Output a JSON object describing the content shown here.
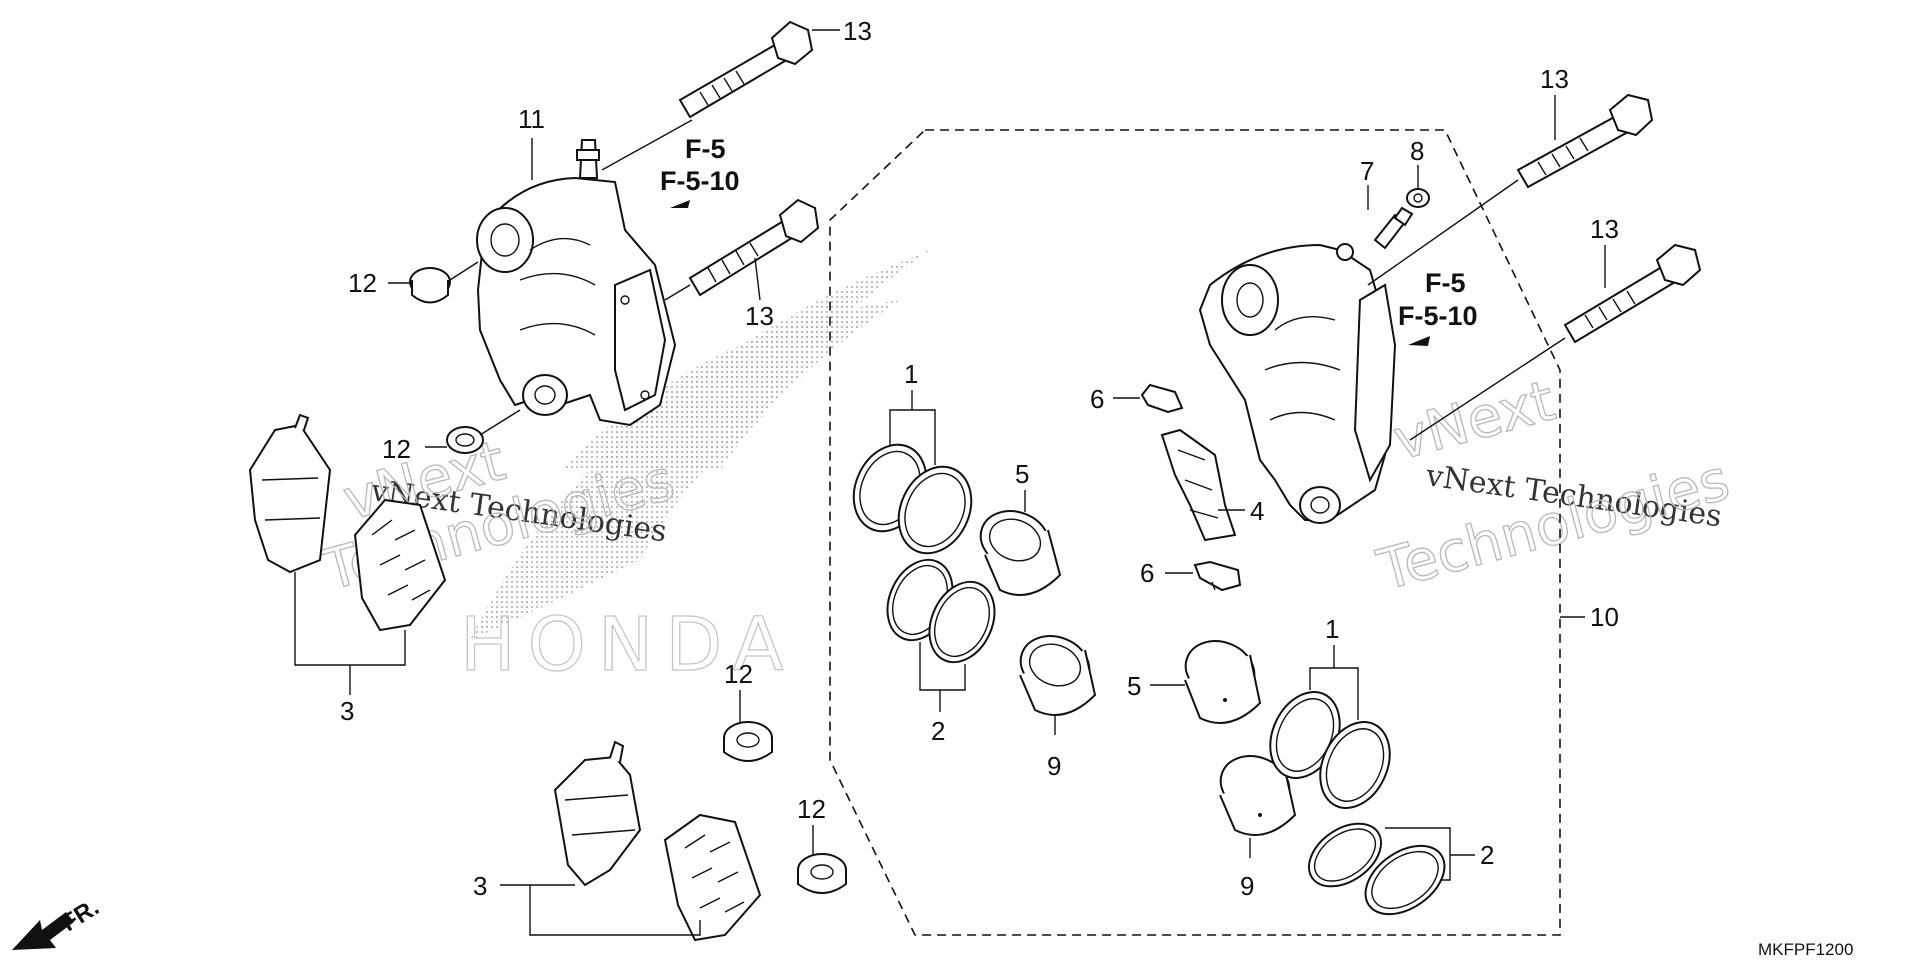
{
  "diagram_code": "MKFPF1200",
  "front_label": "FR.",
  "watermark": {
    "brand": "HONDA",
    "line1": "vNext Technologies",
    "line2_a": "vNext",
    "line2_b": "Technologies"
  },
  "refs": {
    "left_a": "F-5",
    "left_b": "F-5-10",
    "right_a": "F-5",
    "right_b": "F-5-10"
  },
  "callouts": {
    "c13_a": "13",
    "c13_b": "13",
    "c13_c": "13",
    "c13_d": "13",
    "c11": "11",
    "c12_a": "12",
    "c12_b": "12",
    "c12_c": "12",
    "c12_d": "12",
    "c3_a": "3",
    "c3_b": "3",
    "c1_a": "1",
    "c1_b": "1",
    "c2_a": "2",
    "c2_b": "2",
    "c5_a": "5",
    "c5_b": "5",
    "c9_a": "9",
    "c9_b": "9",
    "c6_a": "6",
    "c6_b": "6",
    "c4": "4",
    "c7": "7",
    "c8": "8",
    "c10": "10"
  }
}
